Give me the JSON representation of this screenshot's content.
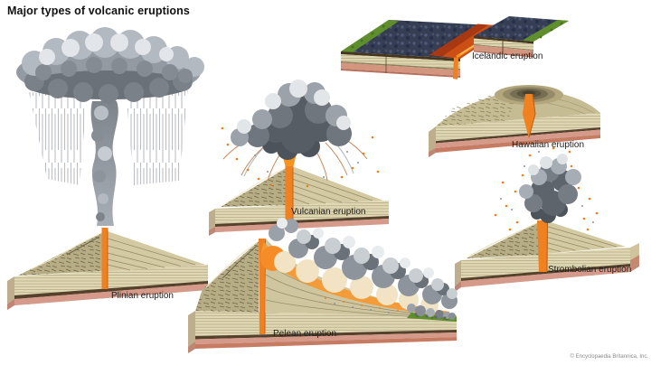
{
  "title": "Major types of volcanic eruptions",
  "credit": "© Encyclopaedia Britannica, Inc.",
  "eruptions": [
    {
      "id": "plinian",
      "label": "Plinian eruption"
    },
    {
      "id": "vulcanian",
      "label": "Vulcanian eruption"
    },
    {
      "id": "icelandic",
      "label": "Icelandic eruption"
    },
    {
      "id": "hawaiian",
      "label": "Hawaiian eruption"
    },
    {
      "id": "strombolian",
      "label": "Strombolian eruption"
    },
    {
      "id": "pelean",
      "label": "Pelean eruption"
    }
  ],
  "colors": {
    "background": "#ffffff",
    "magma_conduit_orange": "#ef8120",
    "strata_tan": "#ddd5b0",
    "strata_cut_khaki": "#d3caa3",
    "outer_flank_khaki": "#b7ad85",
    "substrate_pink": "#d59a89",
    "dark_rock_layer": "#55422c",
    "ash_cloud_gray": "#8d949c",
    "lava_field_dark_blue": "#353e53",
    "hot_lava_red": "#b03a14",
    "lava_bright": "#f6921e",
    "vegetation_green": "#5f8e2d",
    "pyroclastic_glow": "#f59a35"
  }
}
